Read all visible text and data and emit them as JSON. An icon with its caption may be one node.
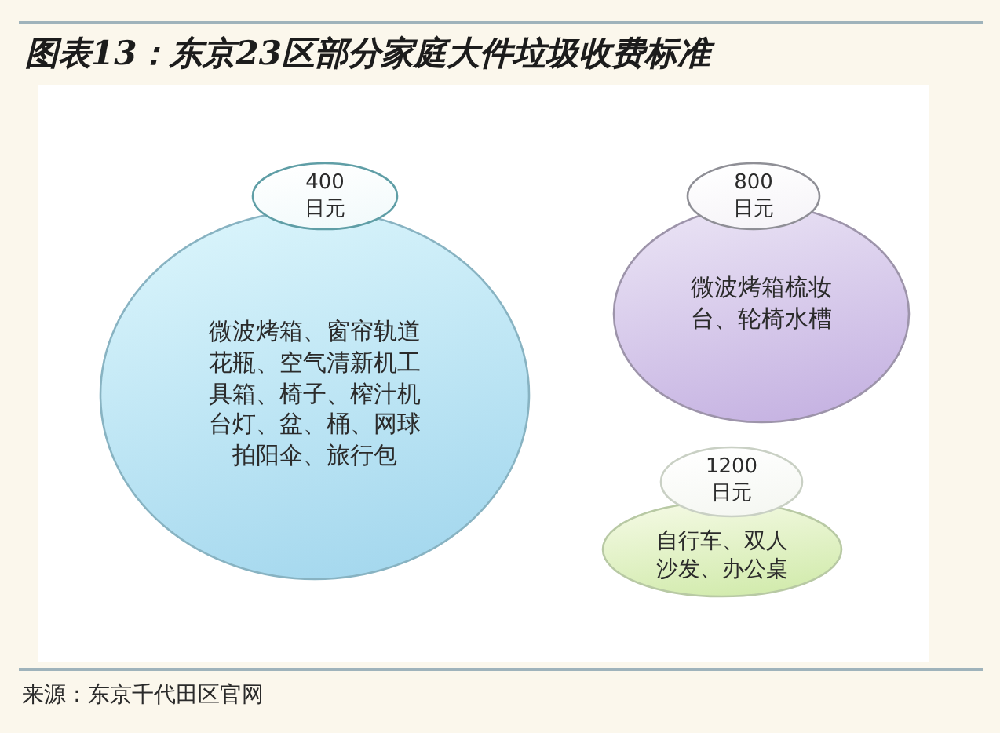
{
  "diagram": {
    "title": "图表13：东京23区部分家庭大件垃圾收费标准",
    "caption": "来源：东京千代田区官网",
    "nodes": [
      {
        "text": [
          "400日元"
        ]
      },
      {
        "text": [
          "微波烤箱、窗帘轨道花瓶、空气清新机工具箱、椅子、榨汁机台灯、盆、桶、网球拍阳伞、旅行包"
        ]
      },
      {
        "text": [
          "800日元"
        ]
      },
      {
        "text": [
          "微波烤箱梳妆台、轮椅水槽"
        ]
      },
      {
        "text": [
          "1200日元"
        ]
      },
      {
        "text": [
          "自行车、双人沙发、办公桌"
        ]
      }
    ]
  }
}
